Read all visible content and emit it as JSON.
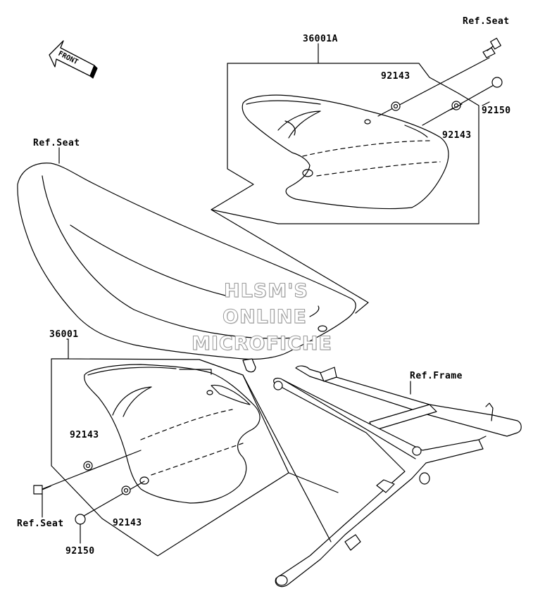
{
  "labels": {
    "part_36001A": "36001A",
    "part_36001": "36001",
    "ref_seat_top_right": "Ref.Seat",
    "ref_seat_left": "Ref.Seat",
    "ref_seat_bottom_left": "Ref.Seat",
    "ref_frame": "Ref.Frame",
    "washer_92143_top_a": "92143",
    "washer_92143_top_b": "92143",
    "bolt_92150_top": "92150",
    "washer_92143_bottom_a": "92143",
    "washer_92143_bottom_b": "92143",
    "bolt_92150_bottom": "92150"
  },
  "front_arrow": {
    "text": "FRONT"
  },
  "watermark": {
    "line1": "HLSM'S",
    "line2": "ONLINE",
    "line3": "MICROFICHE"
  },
  "colors": {
    "line": "#000000",
    "watermark_fill": "#ffffff",
    "watermark_outline": "#9a9a9a"
  }
}
